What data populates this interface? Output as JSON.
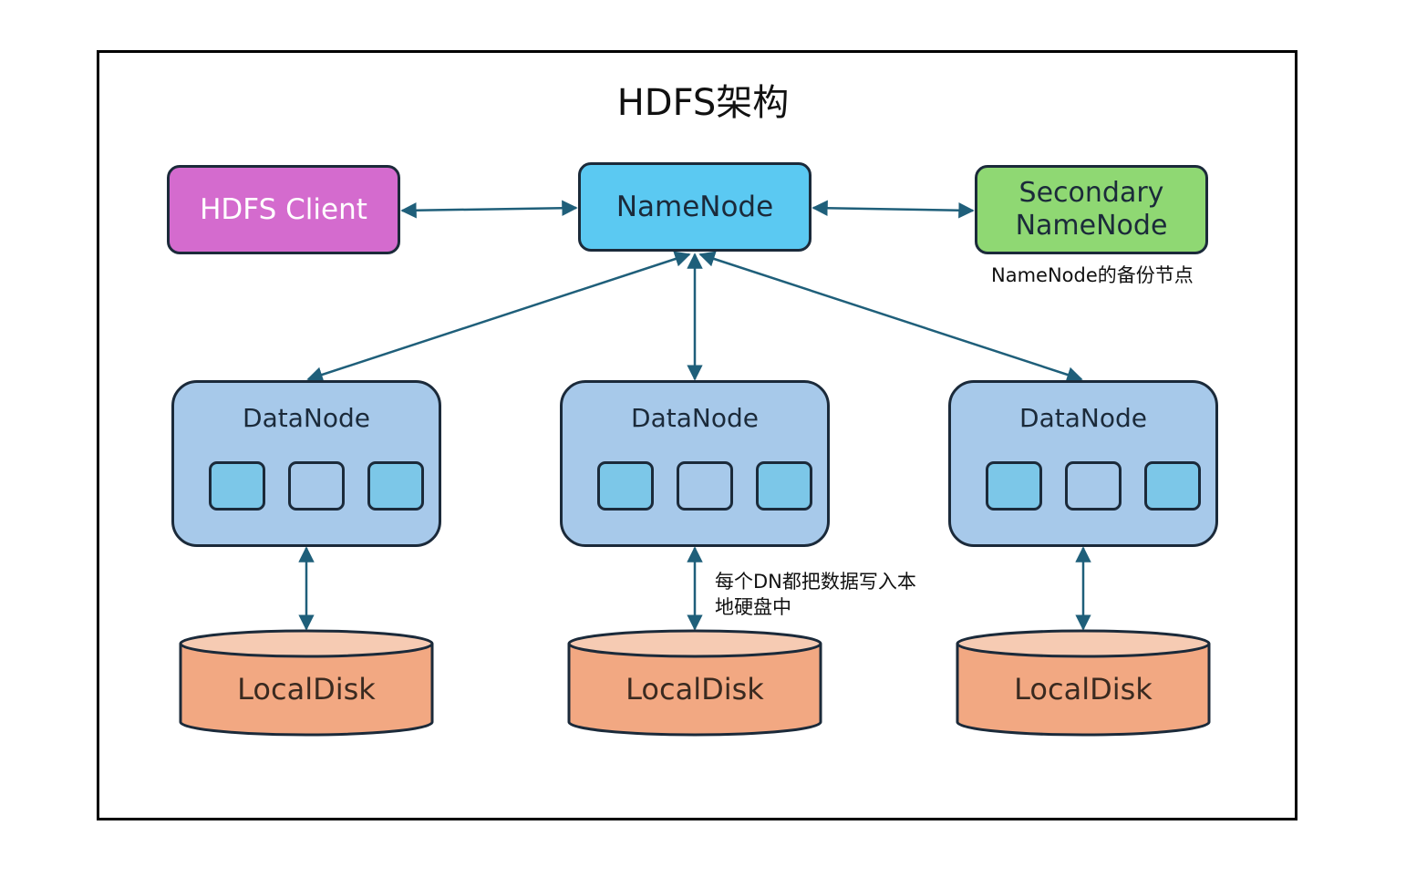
{
  "title": "HDFS架构",
  "client": {
    "label": "HDFS Client"
  },
  "namenode": {
    "label": "NameNode"
  },
  "secondary": {
    "line1": "Secondary",
    "line2": "NameNode",
    "note": "NameNode的备份节点"
  },
  "datanodes": [
    {
      "label": "DataNode"
    },
    {
      "label": "DataNode"
    },
    {
      "label": "DataNode"
    }
  ],
  "disks": [
    {
      "label": "LocalDisk"
    },
    {
      "label": "LocalDisk"
    },
    {
      "label": "LocalDisk"
    }
  ],
  "dn_note": {
    "line1": "每个DN都把数据写入本",
    "line2": "地硬盘中"
  },
  "colors": {
    "client": "#d46bce",
    "namenode": "#5bc9f2",
    "secondary": "#8fd873",
    "datanode": "#a7c9ea",
    "block_filled": "#7cc7e8",
    "block_empty": "#a7c9ea",
    "disk_body": "#f2a882",
    "disk_top": "#f6cbb3",
    "arrow": "#1f5f7a"
  }
}
